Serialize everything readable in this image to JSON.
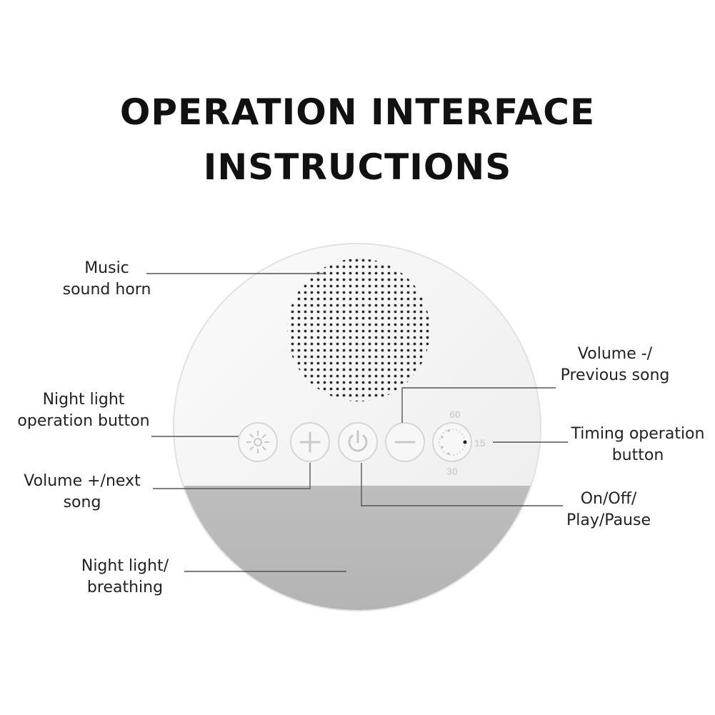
{
  "title": {
    "line1": "OPERATION INTERFACE",
    "line2": "INSTRUCTIONS"
  },
  "callouts": {
    "music_horn": [
      "Music",
      "sound horn"
    ],
    "night_light_button": [
      "Night light",
      "operation button"
    ],
    "volume_up": [
      "Volume +/next",
      "song"
    ],
    "night_light_breathing": [
      "Night light/",
      "breathing"
    ],
    "volume_down": [
      "Volume -/",
      "Previous song"
    ],
    "timing_button": [
      "Timing operation",
      "button"
    ],
    "power": [
      "On/Off/",
      "Play/Pause"
    ]
  },
  "timer_marks": {
    "top": "60",
    "right": "15",
    "bottom": "30"
  },
  "buttons": [
    {
      "icon": "sun-icon"
    },
    {
      "icon": "plus-icon"
    },
    {
      "icon": "power-icon"
    },
    {
      "icon": "minus-icon"
    },
    {
      "icon": "timer-dial-icon"
    }
  ],
  "colors": {
    "device_body": "#f4f4f4",
    "device_base": "#b8b8b8",
    "leader_line": "#555555",
    "title": "#111111"
  }
}
